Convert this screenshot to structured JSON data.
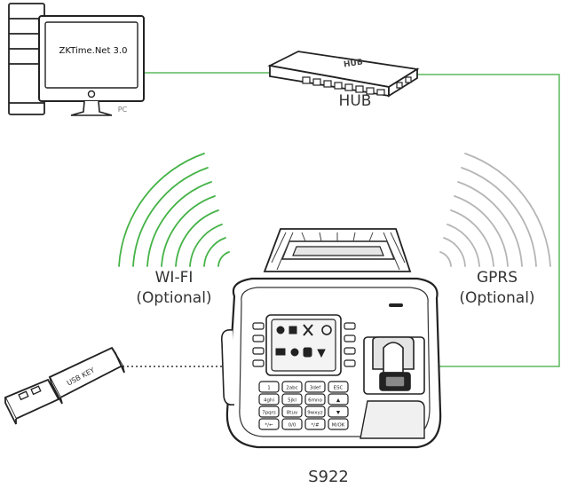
{
  "pc": {
    "screen_text": "ZKTime.Net 3.0",
    "label": "PC"
  },
  "hub": {
    "label": "HUB",
    "case_text": "HUB"
  },
  "wifi": {
    "line1": "WI-FI",
    "line2": "(Optional)"
  },
  "gprs": {
    "line1": "GPRS",
    "line2": "(Optional)"
  },
  "usb": {
    "key_text": "USB KEY"
  },
  "device": {
    "label": "S922",
    "keys": [
      "1",
      "2abc",
      "3def",
      "ESC",
      "4ghi",
      "5jkl",
      "6mno",
      "▲",
      "7pqrs",
      "8tuv",
      "9wxyz",
      "▼",
      "*/←",
      "0/0",
      "*/#",
      "M/OK"
    ]
  },
  "colors": {
    "network_line": "#5cb85c",
    "wifi_waves": "#45b347",
    "gprs_waves": "#b5b5b5",
    "usb_link": "#333333"
  }
}
